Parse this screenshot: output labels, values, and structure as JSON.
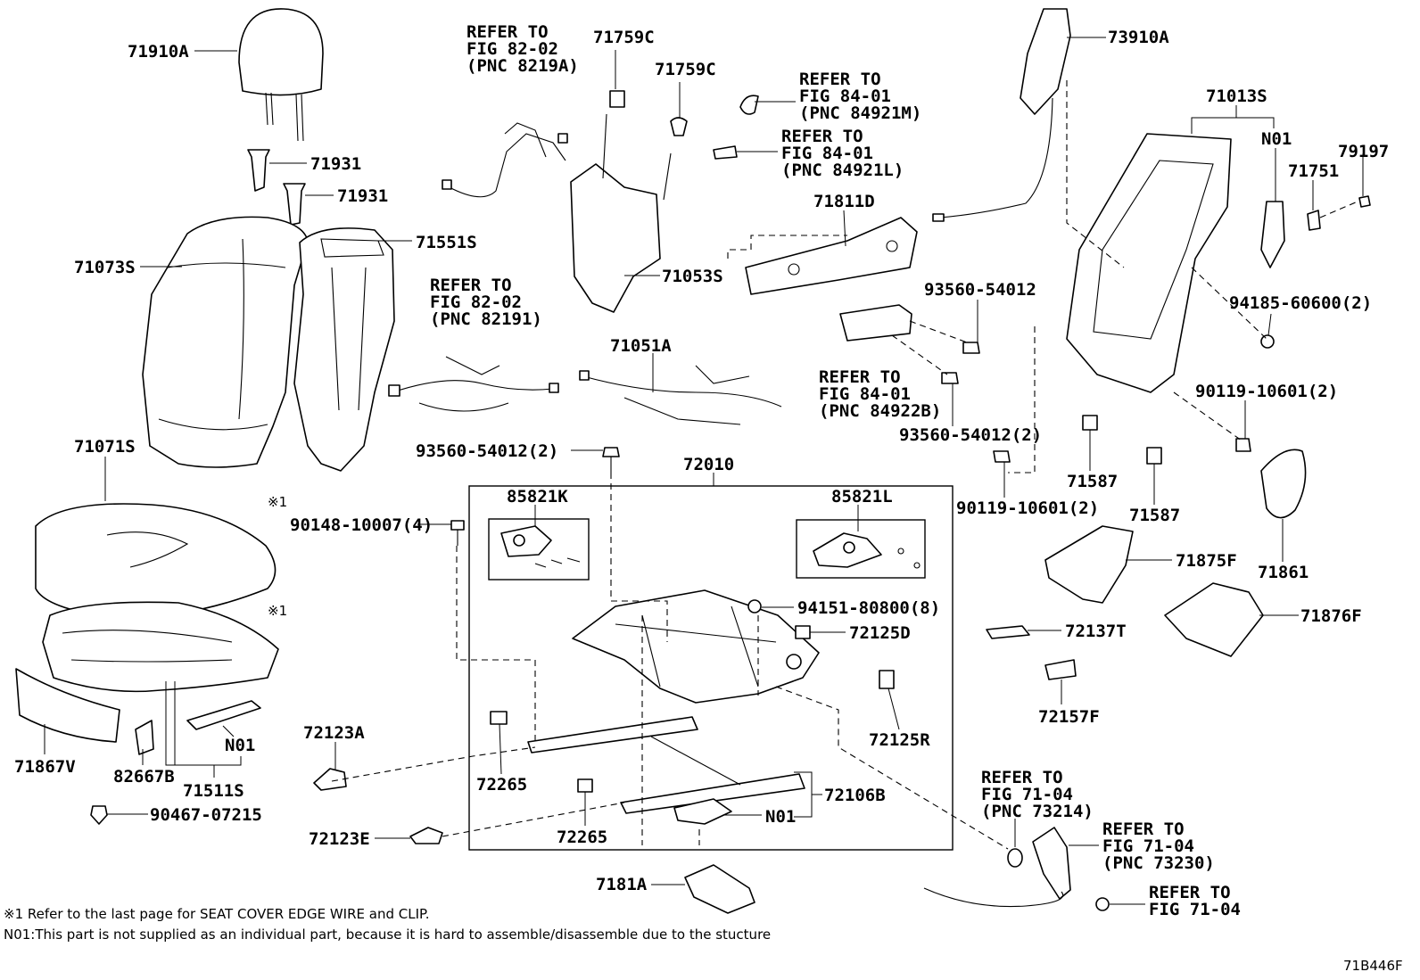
{
  "labels": {
    "p71910A": "71910A",
    "p71931a": "71931",
    "p71931b": "71931",
    "p71073S": "71073S",
    "p71551S": "71551S",
    "p71071S": "71071S",
    "mark_a": "※1",
    "mark_b": "※1",
    "p90148": "90148-10007(4)",
    "p71867V": "71867V",
    "p82667B": "82667B",
    "p71511S": "71511S",
    "p_n01_cushion": "N01",
    "p90467": "90467-07215",
    "ref8219A": [
      "REFER TO",
      "FIG 82-02",
      "(PNC 8219A)"
    ],
    "p71759Ca": "71759C",
    "p71759Cb": "71759C",
    "p71053S": "71053S",
    "ref82191": [
      "REFER TO",
      "FIG 82-02",
      "(PNC 82191)"
    ],
    "p71051A": "71051A",
    "p93560_2": "93560-54012(2)",
    "p72010": "72010",
    "p85821K": "85821K",
    "p85821L": "85821L",
    "p94151": "94151-80800(8)",
    "p72125D": "72125D",
    "p72125R": "72125R",
    "p72123A": "72123A",
    "p72265a": "72265",
    "p72265b": "72265",
    "p72106B": "72106B",
    "p_n01_track": "N01",
    "p72123E": "72123E",
    "p7181A": "7181A",
    "ref84921M": [
      "REFER TO",
      "FIG 84-01",
      "(PNC 84921M)"
    ],
    "ref84921L": [
      "REFER TO",
      "FIG 84-01",
      "(PNC 84921L)"
    ],
    "p71811D": "71811D",
    "p93560": "93560-54012",
    "ref84922B": [
      "REFER TO",
      "FIG 84-01",
      "(PNC 84922B)"
    ],
    "p93560_2b": "93560-54012(2)",
    "p90119_r": "90119-10601(2)",
    "p73910A": "73910A",
    "p71013S": "71013S",
    "p_n01_frame": "N01",
    "p71751": "71751",
    "p79197": "79197",
    "p94185": "94185-60600(2)",
    "p90119_l": "90119-10601(2)",
    "p71587a": "71587",
    "p71587b": "71587",
    "p71861": "71861",
    "p71875F": "71875F",
    "p71876F": "71876F",
    "p72137T": "72137T",
    "p72157F": "72157F",
    "ref73214": [
      "REFER TO",
      "FIG 71-04",
      "(PNC 73214)"
    ],
    "ref73230": [
      "REFER TO",
      "FIG 71-04",
      "(PNC 73230)"
    ],
    "ref7104": [
      "REFER TO",
      "FIG 71-04"
    ]
  },
  "footnotes": {
    "note1": "※1 Refer to the last page for SEAT COVER EDGE WIRE and CLIP.",
    "note2": "N01:This part is not supplied as an individual part, because it is hard to assemble/disassemble due to the stucture"
  },
  "illustration_id": "71B446F"
}
